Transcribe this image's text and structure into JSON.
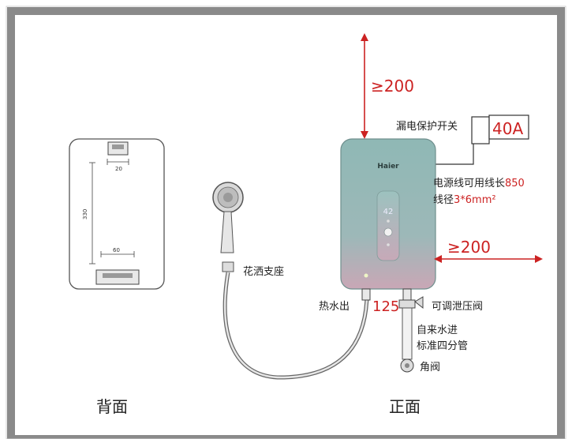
{
  "labels": {
    "back_caption": "背面",
    "front_caption": "正面",
    "top_clearance": "≥200",
    "side_clearance": "≥200",
    "breaker_label": "漏电保护开关",
    "breaker_rating": "40A",
    "cable_length_prefix": "电源线可用线长",
    "cable_length_value": "850",
    "wire_gauge_prefix": "线径",
    "wire_gauge_value": "3*6mm²",
    "shower_bracket": "花洒支座",
    "hot_water_out": "热水出",
    "outlet_spacing": "125",
    "pressure_valve": "可调泄压阀",
    "cold_water_in": "自来水进",
    "standard_pipe": "标准四分管",
    "angle_valve": "角阀",
    "brand": "Haier",
    "display_value": "42",
    "dim_bracket_top": "20",
    "dim_height": "330",
    "dim_bracket_bottom": "60"
  },
  "colors": {
    "accent_red": "#cc2222",
    "frame_gray": "#8a8a8a",
    "heater_top": "#8fb8b5",
    "heater_bottom": "#c9a7b6"
  }
}
